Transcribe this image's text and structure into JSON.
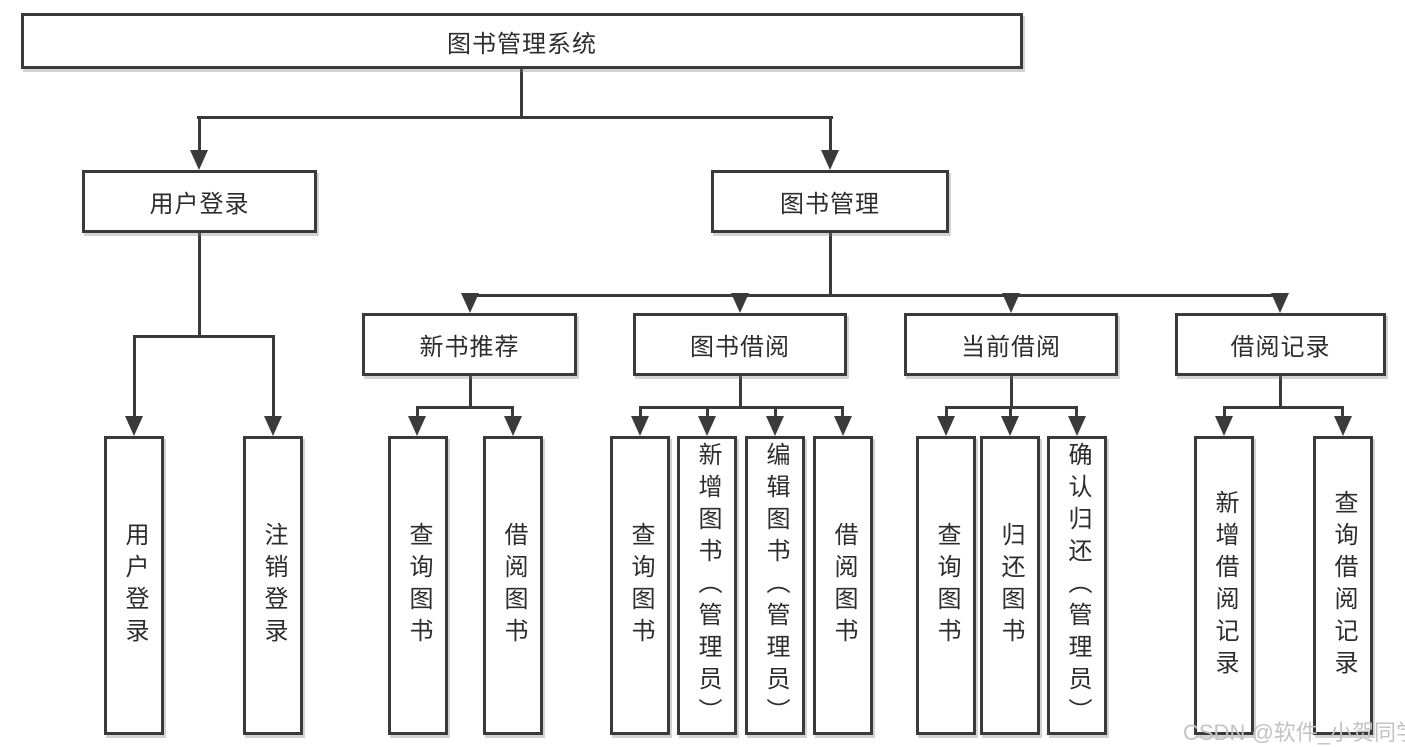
{
  "colors": {
    "line": "#3a3a3a",
    "text": "#2d2d2d",
    "watermark_color": "#c3c3c3",
    "background": "#ffffff"
  },
  "tree": {
    "root": "图书管理系统",
    "children": [
      {
        "label": "用户登录",
        "children": [
          {
            "label": "用户登录"
          },
          {
            "label": "注销登录"
          }
        ]
      },
      {
        "label": "图书管理",
        "children": [
          {
            "label": "新书推荐",
            "children": [
              {
                "label": "查询图书"
              },
              {
                "label": "借阅图书"
              }
            ]
          },
          {
            "label": "图书借阅",
            "children": [
              {
                "label": "查询图书"
              },
              {
                "label": "新增图书（管理员）"
              },
              {
                "label": "编辑图书（管理员）"
              },
              {
                "label": "借阅图书"
              }
            ]
          },
          {
            "label": "当前借阅",
            "children": [
              {
                "label": "查询图书"
              },
              {
                "label": "归还图书"
              },
              {
                "label": "确认归还（管理员）"
              }
            ]
          },
          {
            "label": "借阅记录",
            "children": [
              {
                "label": "新增借阅记录"
              },
              {
                "label": "查询借阅记录"
              }
            ]
          }
        ]
      }
    ]
  },
  "watermark": {
    "text": "CSDN @软件_小贺同学"
  }
}
